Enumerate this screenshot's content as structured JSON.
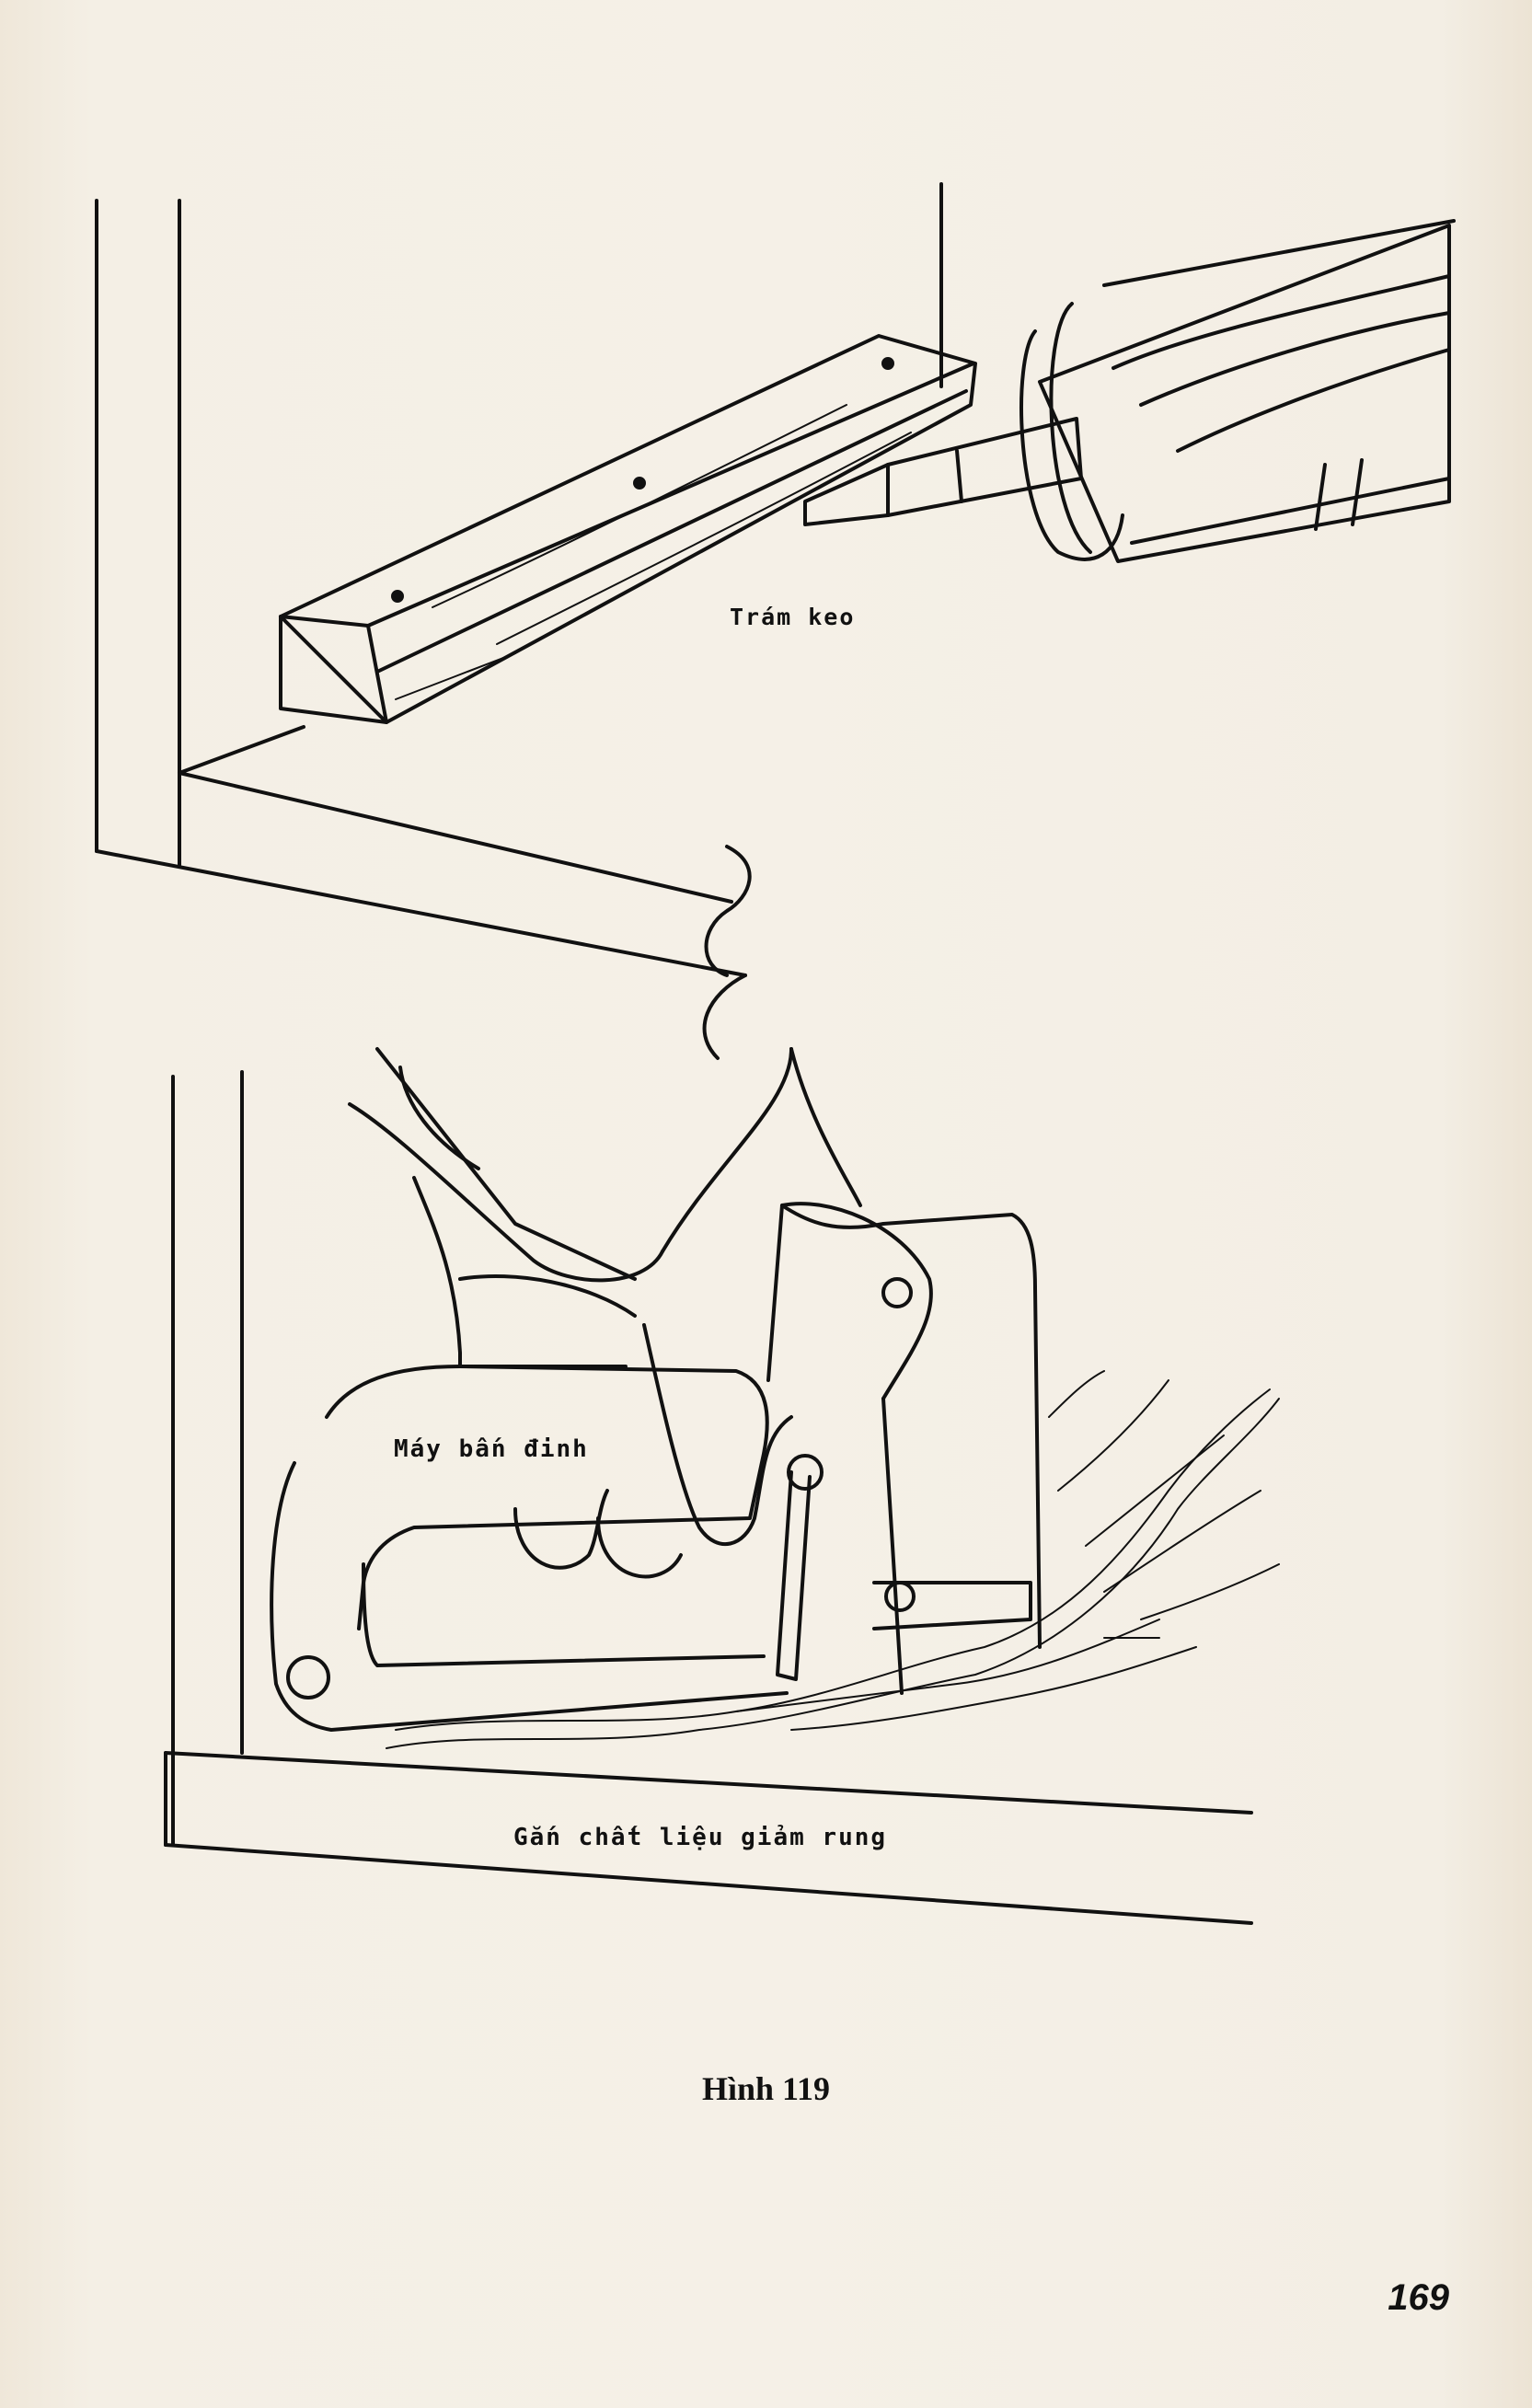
{
  "labels": {
    "sealant": "Trám keo",
    "stapler": "Máy bấn đinh",
    "damping": "Gắn chất liệu giảm rung"
  },
  "caption": "Hình 119",
  "page_number": "169"
}
